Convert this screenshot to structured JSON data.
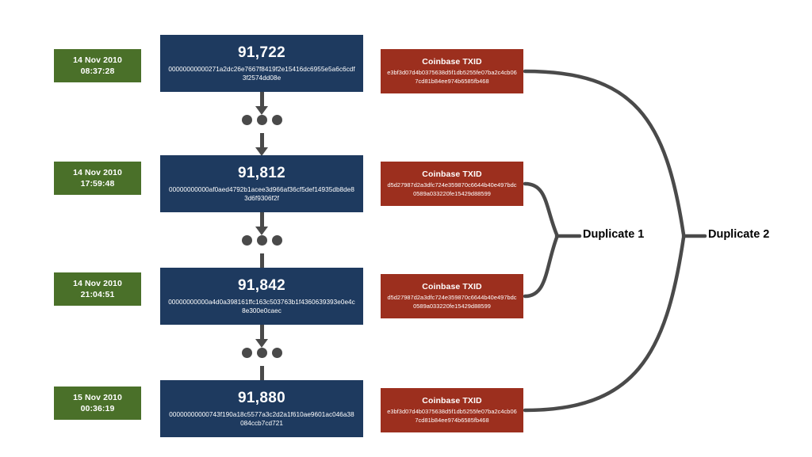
{
  "diagram": {
    "title": "Bitcoin duplicate coinbase transaction diagram",
    "colors": {
      "date_box": "#4a7029",
      "block_box": "#1e3a5f",
      "txid_box": "#9c2f1e",
      "connector": "#4a4a4a",
      "background": "#ffffff"
    }
  },
  "blocks": [
    {
      "date": "14 Nov 2010",
      "time": "08:37:28",
      "height": "91,722",
      "hash": "00000000000271a2dc26e7667f8419f2e15416dc6955e5a6c6cdf3f2574dd08e",
      "txid_title": "Coinbase TXID",
      "txid": "e3bf3d07d4b0375638d5f1db5255fe07ba2c4cb067cd81b84ee974b6585fb468"
    },
    {
      "date": "14 Nov 2010",
      "time": "17:59:48",
      "height": "91,812",
      "hash": "00000000000af0aed4792b1acee3d966af36cf5def14935db8de83d6f9306f2f",
      "txid_title": "Coinbase TXID",
      "txid": "d5d27987d2a3dfc724e359870c6644b40e497bdc0589a033220fe15429d88599"
    },
    {
      "date": "14 Nov 2010",
      "time": "21:04:51",
      "height": "91,842",
      "hash": "00000000000a4d0a398161ffc163c503763b1f4360639393e0e4c8e300e0caec",
      "txid_title": "Coinbase TXID",
      "txid": "d5d27987d2a3dfc724e359870c6644b40e497bdc0589a033220fe15429d88599"
    },
    {
      "date": "15 Nov 2010",
      "time": "00:36:19",
      "height": "91,880",
      "hash": "00000000000743f190a18c5577a3c2d2a1f610ae9601ac046a38084ccb7cd721",
      "txid_title": "Coinbase TXID",
      "txid": "e3bf3d07d4b0375638d5f1db5255fe07ba2c4cb067cd81b84ee974b6585fb468"
    }
  ],
  "duplicates": [
    {
      "label": "Duplicate 1"
    },
    {
      "label": "Duplicate 2"
    }
  ]
}
